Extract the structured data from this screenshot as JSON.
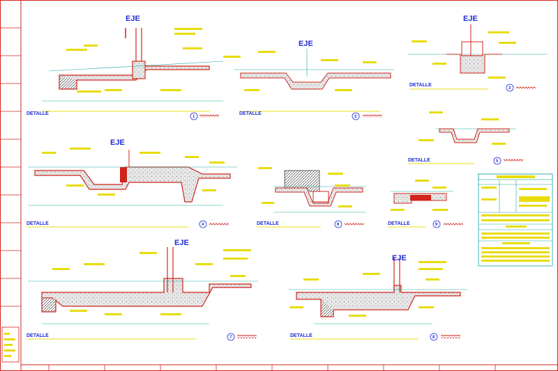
{
  "sheet": {
    "eje_label": "EJE",
    "detalle_label": "DETALLE",
    "colors": {
      "frame": "#d0241c",
      "annotation": "#e8dc0c",
      "title": "#1f2bd6",
      "concrete_fill": "#dadada",
      "rebar": "#e02020",
      "dimension": "#1aa7a0"
    }
  },
  "details": [
    {
      "id": "1",
      "eje": "EJE",
      "title": "DETALLE",
      "number": "1"
    },
    {
      "id": "2",
      "eje": "EJE",
      "title": "DETALLE",
      "number": "2"
    },
    {
      "id": "3",
      "eje": "EJE",
      "title": "DETALLE",
      "number": "3"
    },
    {
      "id": "4",
      "eje": "EJE",
      "title": "DETALLE",
      "number": "4"
    },
    {
      "id": "5",
      "eje": "",
      "title": "DETALLE",
      "number": "5"
    },
    {
      "id": "6",
      "eje": "",
      "title": "DETALLE",
      "number": "6"
    },
    {
      "id": "7",
      "eje": "EJE",
      "title": "DETALLE",
      "number": "7"
    },
    {
      "id": "8",
      "eje": "EJE",
      "title": "DETALLE",
      "number": "8"
    },
    {
      "id": "9",
      "eje": "",
      "title": "DETALLE",
      "number": "9"
    }
  ],
  "legend": {
    "rows": 6
  }
}
